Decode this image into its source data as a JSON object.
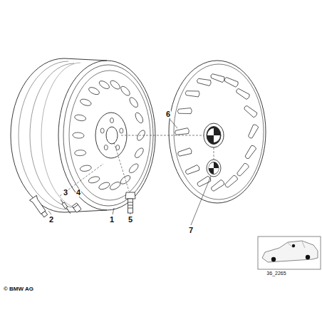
{
  "diagram": {
    "labels": [
      "6",
      "3",
      "4",
      "2",
      "1",
      "5",
      "7",
      "36_2265",
      "© BMW AG"
    ]
  }
}
